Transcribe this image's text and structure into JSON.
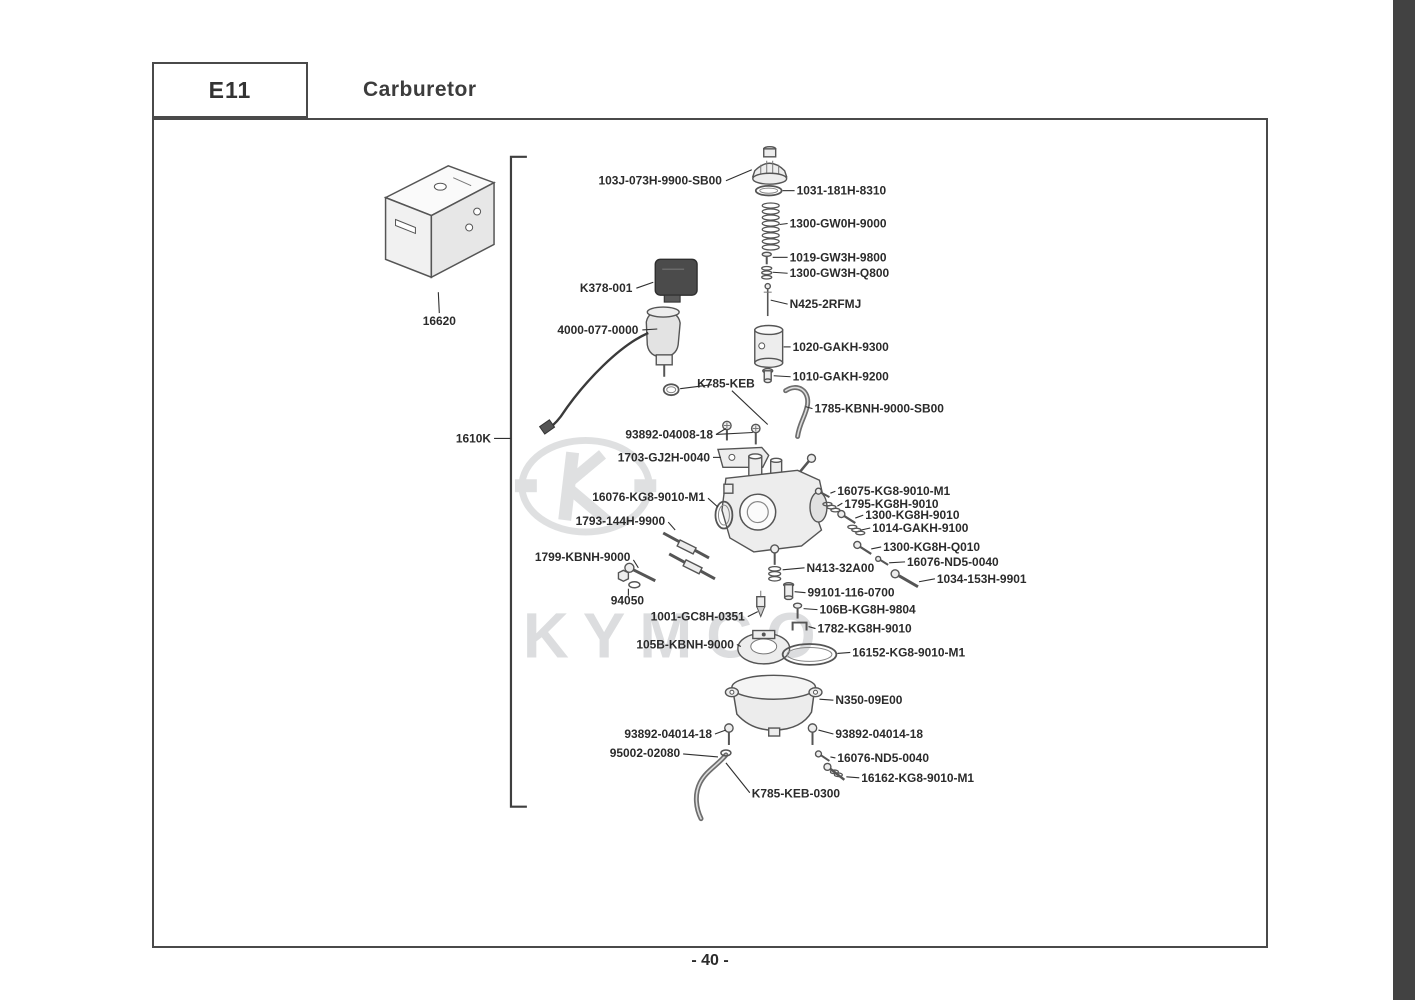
{
  "header": {
    "code": "E11",
    "title": "Carburetor"
  },
  "footer": {
    "page_number": "- 40 -"
  },
  "watermark": {
    "brand": "KYMCO"
  },
  "colors": {
    "frame": "#4a4a4a",
    "binder_strip": "#424242",
    "label_text": "#2b2b2b",
    "watermark_gray": "#c0c3c5"
  },
  "part_labels": [
    "103J-073H-9900-SB00",
    "K378-001",
    "4000-077-0000",
    "K785-KEB",
    "93892-04008-18",
    "1703-GJ2H-0040",
    "16076-KG8-9010-M1",
    "1793-144H-9900",
    "1799-KBNH-9000",
    "94050",
    "1001-GC8H-0351",
    "105B-KBNH-9000",
    "93892-04014-18",
    "95002-02080",
    "K785-KEB-0300",
    "16620",
    "1610K",
    "1031-181H-8310",
    "1300-GW0H-9000",
    "1019-GW3H-9800",
    "1300-GW3H-Q800",
    "N425-2RFMJ",
    "1020-GAKH-9300",
    "1010-GAKH-9200",
    "1785-KBNH-9000-SB00",
    "16075-KG8-9010-M1",
    "1795-KG8H-9010",
    "1300-KG8H-9010",
    "1014-GAKH-9100",
    "1300-KG8H-Q010",
    "16076-ND5-0040",
    "1034-153H-9901",
    "N413-32A00",
    "99101-116-0700",
    "106B-KG8H-9804",
    "1782-KG8H-9010",
    "16152-KG8-9010-M1",
    "N350-09E00",
    "93892-04014-18",
    "16076-ND5-0040",
    "16162-KG8-9010-M1"
  ]
}
